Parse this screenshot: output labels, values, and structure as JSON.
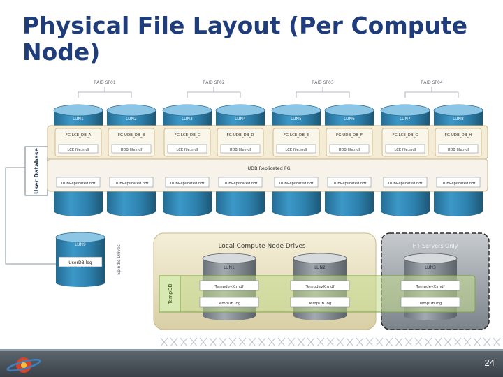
{
  "slide": {
    "title": "Physical File Layout (Per Compute Node)",
    "page_number": "24"
  },
  "diagram": {
    "raid_labels": [
      "RAID SP01",
      "RAID SP02",
      "RAID SP03",
      "RAID SP04"
    ],
    "luns": [
      "LUN1",
      "LUN2",
      "LUN3",
      "LUN4",
      "LUN5",
      "LUN6",
      "LUN7",
      "LUN8"
    ],
    "filegroups": [
      "FG LCE_DB_A",
      "FG UDB_DB_B",
      "FG LCE_DB_C",
      "FG UDB_DB_D",
      "FG LCE_DB_E",
      "FG UDB_DB_F",
      "FG LCE_DB_G",
      "FG UDB_DB_H"
    ],
    "files": [
      "LCE file.mdf",
      "UDB file.ndf",
      "LCE file.mdf",
      "UDB file.ndf",
      "LCE file.mdf",
      "UDB file.ndf",
      "LCE file.mdf",
      "UDB file.ndf"
    ],
    "user_database_label": "User Database",
    "replicated_fg_label": "UDB Replicated FG",
    "replicated_files": [
      "UDBReplicated.ndf",
      "UDBReplicated.ndf",
      "UDBReplicated.ndf",
      "UDBReplicated.ndf",
      "UDBReplicated.ndf",
      "UDBReplicated.ndf",
      "UDBReplicated.ndf",
      "UDBReplicated.ndf"
    ],
    "log": {
      "lun": "LUN9",
      "file": "UserDB.log",
      "side_label": "Spindle Drives"
    },
    "local": {
      "title": "Local Compute Node Drives",
      "tempdb_label": "TempDB",
      "luns": [
        "LUN1",
        "LUN2",
        "LUN3"
      ],
      "data_files": [
        "TempdevX.mdf",
        "TempdevX.mdf",
        "TempdevX.mdf"
      ],
      "log_files": [
        "TempDB.log",
        "TempDB.log",
        "TempDB.log"
      ]
    },
    "ht_servers_label": "HT Servers Only"
  },
  "colors": {
    "title": "#1f3d7a",
    "lun_blue": "#2f86b7",
    "lun_top": "#7fbfe0",
    "fg_band": "#f4e9d2",
    "local_bg": "#e8dfc0",
    "tempdb_band": "#c8d9a0",
    "ht_box": "#8d949b"
  }
}
